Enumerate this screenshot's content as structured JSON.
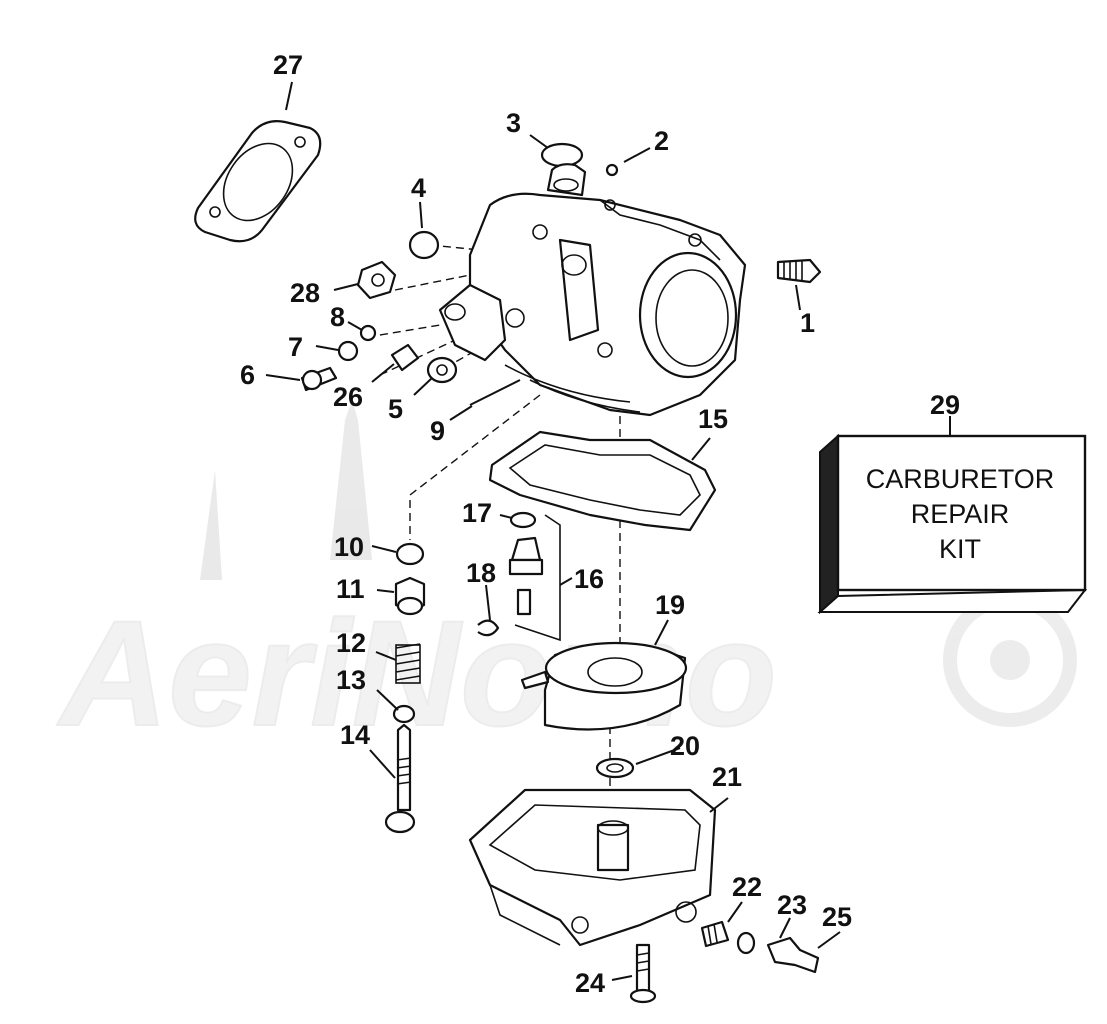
{
  "watermark": "AeriNomo",
  "kit": {
    "line1": "CARBURETOR",
    "line2": "REPAIR",
    "line3": "KIT"
  },
  "callouts": {
    "p1": "1",
    "p2": "2",
    "p3": "3",
    "p4": "4",
    "p5": "5",
    "p6": "6",
    "p7": "7",
    "p8": "8",
    "p9": "9",
    "p10": "10",
    "p11": "11",
    "p12": "12",
    "p13": "13",
    "p14": "14",
    "p15": "15",
    "p16": "16",
    "p17": "17",
    "p18": "18",
    "p19": "19",
    "p20": "20",
    "p21": "21",
    "p22": "22",
    "p23": "23",
    "p24": "24",
    "p25": "25",
    "p26": "26",
    "p27": "27",
    "p28": "28",
    "p29": "29"
  }
}
